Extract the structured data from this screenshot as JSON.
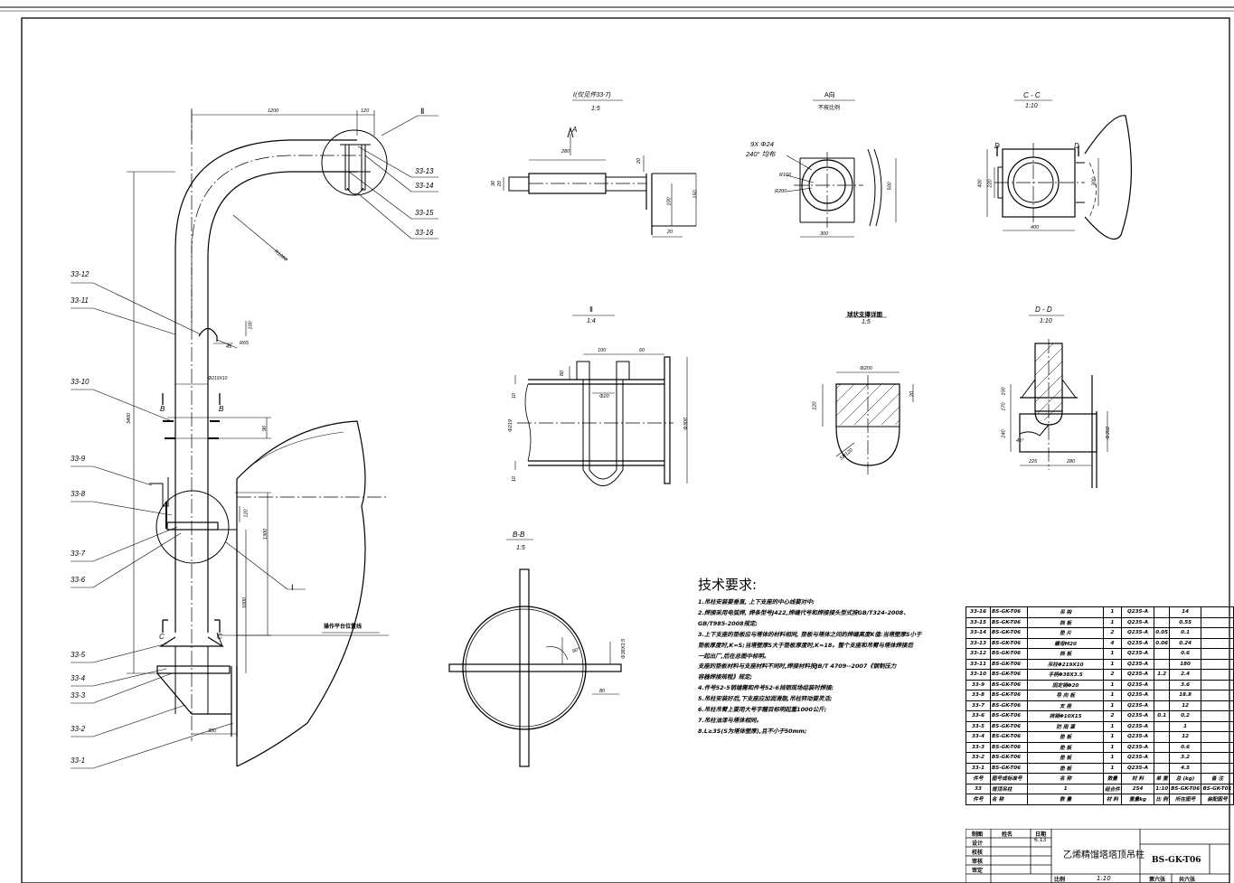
{
  "labels": {
    "sec_I": "Ⅰ(仅见件33-7)",
    "sec_I_scale": "1:5",
    "sec_A": "A向",
    "sec_A_sub": "不按比例",
    "sec_CC": "C - C",
    "sec_CC_scale": "1:10",
    "sec_II": "Ⅱ",
    "sec_II_scale": "1:4",
    "sec_ball": "球状支撑详图",
    "sec_ball_scale": "1:5",
    "sec_DD": "D - D",
    "sec_DD_scale": "1:10",
    "sec_BB": "B-B",
    "sec_BB_scale": "1:5",
    "platform": "操作平台位置线",
    "mark_I": "Ⅰ",
    "mark_II": "Ⅱ",
    "letter_A": "A",
    "letter_B": "B",
    "letter_C": "C",
    "letter_D": "D"
  },
  "parts_left": [
    "33-12",
    "33-11",
    "33-10",
    "33-9",
    "33-8",
    "33-7",
    "33-6",
    "33-5",
    "33-4",
    "33-3",
    "33-2",
    "33-1"
  ],
  "parts_right": [
    "33-13",
    "33-14",
    "33-15",
    "33-16"
  ],
  "dims": {
    "d1200": "1200",
    "d120": "120",
    "d3400": "3400",
    "dR1000": "R1000",
    "d100": "100",
    "d45": "45",
    "dR65": "R65",
    "dphi219": "Φ219X10",
    "d90": "90",
    "d120b": "120",
    "d1300": "1300",
    "d1000": "1000",
    "d300": "300",
    "i280": "280",
    "i20": "20",
    "i30": "30",
    "i20b": "20",
    "i100": "100",
    "i150": "150",
    "i20c": "20",
    "a9x24": "9X Φ24",
    "a240": "240° 均布",
    "aR166": "R166",
    "aR200": "R200",
    "a500": "500",
    "a300": "300",
    "c400": "400",
    "c220": "220",
    "c300": "300",
    "c400b": "400",
    "ii100": "100",
    "ii60": "60",
    "ii80": "80",
    "ii10": "10",
    "iiphi20": "Φ20",
    "iiphi219": "Φ219",
    "iiphi300": "Φ300",
    "ii10b": "10",
    "bphi200": "Φ200",
    "b120": "120",
    "b20": "20",
    "bSR": "SR120",
    "dd100": "100",
    "dd170": "170",
    "dd240": "240",
    "dd45": "45°",
    "ddphi350": "Φ350",
    "dd225": "225",
    "dd280": "280",
    "bb80": "80",
    "bbphi38": "Φ38X3.5",
    "bb90": "90°"
  },
  "tech": {
    "title": "技术要求:",
    "items": [
      "1.吊柱安装要垂直, 上下支座的中心线要对中;",
      "2.焊接采用电弧焊, 焊条型号J422,焊缝代号和焊接接头型式按GB/T324-2008、",
      "   GB/T985-2008规定;",
      "3.上下支座的垫板应与塔体的材料相同, 垫板与塔体之间的焊缝高度K值:当塔壁厚S小于",
      "   垫板厚度时,K=S;当塔壁厚S大于垫板厚度时,K=18。整个支座和吊臂与塔体焊接后",
      "   一起出厂,后在总图中标明。",
      "   支座的垫板材料与支座材料不同时,焊接材料按JB/T 4709--2007《钢制压力",
      "   容器焊接规程》规定;",
      "4.件号52-5销端需和件号52-6挡销现场组装时焊接;",
      "5.吊柱安装好后,下支座应加润滑脂,吊柱转动要灵活;",
      "6.吊柱吊臂上要用大号字醒目标明起重1000公斤;",
      "7.吊柱油漆与塔体相同。",
      "8.L≥3S(S为塔体壁厚),且不小于50mm;"
    ]
  },
  "bom": {
    "rows": [
      [
        "33-16",
        "BS-GK-T06",
        "吊 钩",
        "1",
        "Q235-A",
        "",
        "14",
        ""
      ],
      [
        "33-15",
        "BS-GK-T06",
        "挡 板",
        "1",
        "Q235-A",
        "",
        "0.55",
        ""
      ],
      [
        "33-14",
        "BS-GK-T06",
        "垫 片",
        "2",
        "Q235-A",
        "0.05",
        "0.1",
        ""
      ],
      [
        "33-13",
        "BS-GK-T06",
        "螺母M20",
        "4",
        "Q235-A",
        "0.06",
        "0.24",
        ""
      ],
      [
        "33-12",
        "BS-GK-T06",
        "挡 板",
        "1",
        "Q235-A",
        "",
        "0.6",
        ""
      ],
      [
        "33-11",
        "BS-GK-T06",
        "吊柱Φ219X10",
        "1",
        "Q235-A",
        "",
        "180",
        ""
      ],
      [
        "33-10",
        "BS-GK-T06",
        "手柄Φ38X3.5",
        "2",
        "Q235-A",
        "1.2",
        "2.4",
        ""
      ],
      [
        "33-9",
        "BS-GK-T06",
        "固定销Φ20",
        "1",
        "Q235-A",
        "",
        "3.6",
        ""
      ],
      [
        "33-8",
        "BS-GK-T06",
        "导 向 板",
        "1",
        "Q235-A",
        "",
        "18.8",
        ""
      ],
      [
        "33-7",
        "BS-GK-T06",
        "支 座",
        "1",
        "Q235-A",
        "",
        "12",
        ""
      ],
      [
        "33-6",
        "BS-GK-T06",
        "挡销Φ10X15",
        "2",
        "Q235-A",
        "0.1",
        "0.2",
        ""
      ],
      [
        "33-5",
        "BS-GK-T06",
        "防 雨 罩",
        "1",
        "Q235-A",
        "",
        "1",
        ""
      ],
      [
        "33-4",
        "BS-GK-T06",
        "垫 板",
        "1",
        "Q235-A",
        "",
        "12",
        ""
      ],
      [
        "33-3",
        "BS-GK-T06",
        "垫 板",
        "1",
        "Q235-A",
        "",
        "0.6",
        ""
      ],
      [
        "33-2",
        "BS-GK-T06",
        "垫 板",
        "1",
        "Q235-A",
        "",
        "3.2",
        ""
      ],
      [
        "33-1",
        "BS-GK-T06",
        "垫 板",
        "1",
        "Q235-A",
        "",
        "4.5",
        ""
      ]
    ],
    "header": [
      "件号",
      "图号或标准号",
      "名 称",
      "数量",
      "材 料",
      "单 重",
      "总 (kg)",
      "备 注"
    ],
    "assembly": [
      "33",
      "塔顶吊柱",
      "1",
      "组合件",
      "254",
      "1:10",
      "BS-GK-T06",
      "BS-GK-T01"
    ],
    "assembly_header": [
      "件号",
      "名 称",
      "数 量",
      "材 料",
      "重量kg",
      "比 例",
      "所在图号",
      "装配图号"
    ]
  },
  "title_block": {
    "rows": [
      "制图",
      "设计",
      "校核",
      "审核",
      "审定"
    ],
    "col_name": "姓名",
    "col_date": "日期",
    "date": "6.13",
    "title": "乙烯精馏塔塔顶吊柱",
    "drawing_no": "BS-GK-T06",
    "scale_label": "比例",
    "scale": "1:10",
    "sheet": "第六张",
    "total": "共六张"
  }
}
